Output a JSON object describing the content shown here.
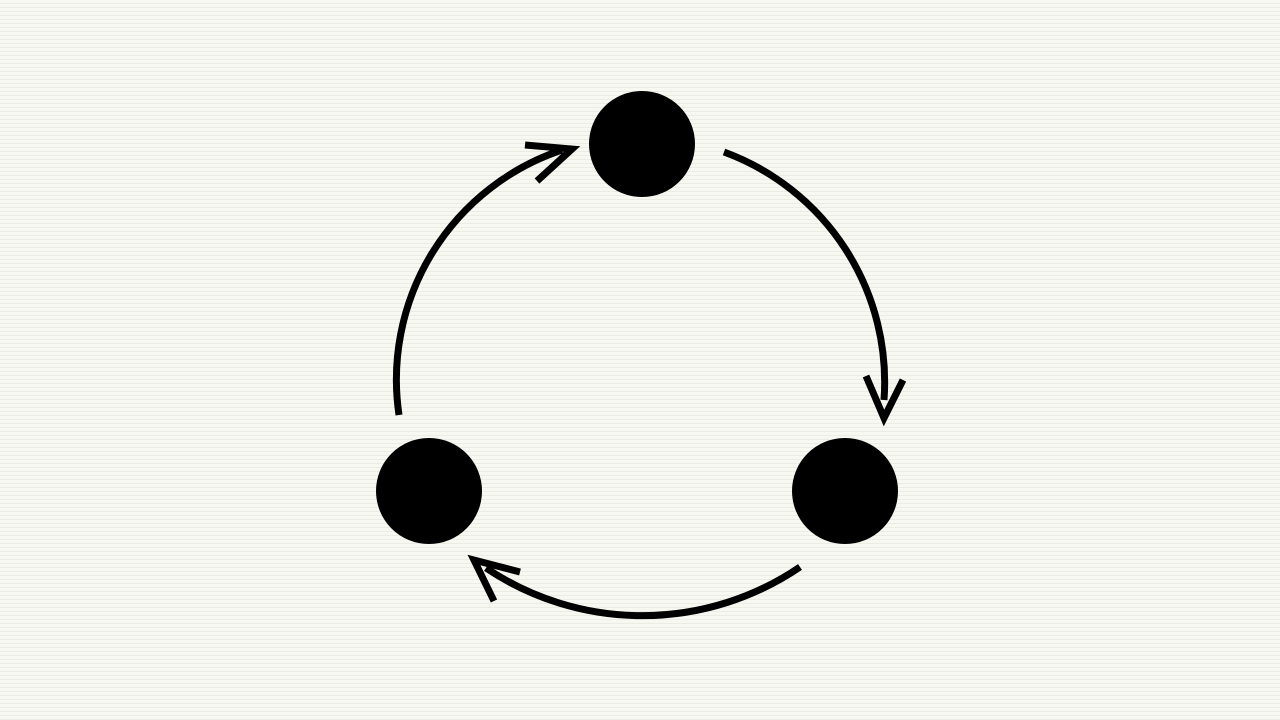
{
  "diagram": {
    "type": "cycle",
    "colors": {
      "background": "#f8f8f3",
      "stripe": "#ecece4",
      "ink": "#000000"
    },
    "nodes": [
      {
        "id": "top"
      },
      {
        "id": "bottom-right"
      },
      {
        "id": "bottom-left"
      }
    ],
    "edges": [
      {
        "from": "top",
        "to": "bottom-right",
        "direction": "clockwise"
      },
      {
        "from": "bottom-right",
        "to": "bottom-left",
        "direction": "clockwise"
      },
      {
        "from": "bottom-left",
        "to": "top",
        "direction": "clockwise"
      }
    ]
  }
}
